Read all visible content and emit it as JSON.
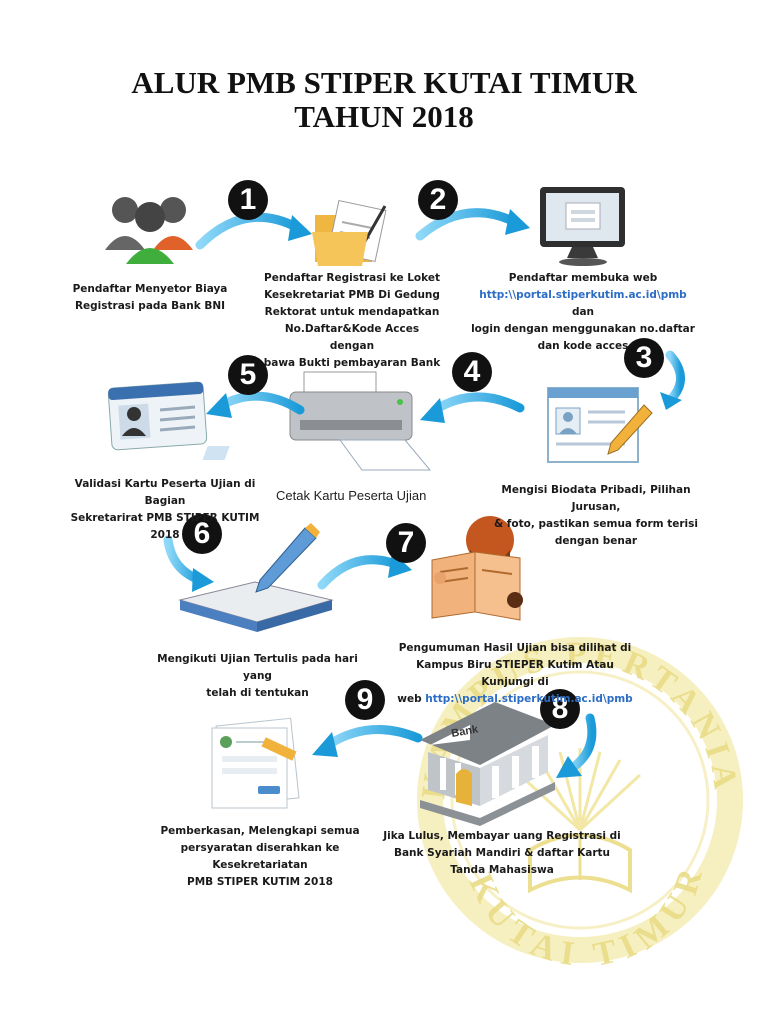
{
  "title": {
    "line1": "ALUR PMB STIPER KUTAI TIMUR",
    "line2": "TAHUN 2018"
  },
  "watermark": {
    "top_text": "KAMPUS PERTANIAN",
    "bottom_text": "KUTAI TIMUR",
    "color": "#f2e9a8"
  },
  "steps": [
    {
      "number": "1",
      "lines": [
        "Pendaftar Registrasi ke Loket",
        "Kesekretariat PMB Di Gedung",
        "Rektorat untuk mendapatkan",
        "No.Daftar&Kode Acces dengan",
        "bawa Bukti pembayaran Bank"
      ]
    },
    {
      "number": "2",
      "lines_pre": "Pendaftar membuka web",
      "link": "http:\\\\portal.stiperkutim.ac.id\\pmb",
      "link_suffix": " dan",
      "lines_post": [
        "login dengan menggunakan no.daftar",
        "dan kode acces"
      ]
    },
    {
      "number": "3",
      "lines": [
        "Mengisi Biodata Pribadi, Pilihan Jurusan,",
        "& foto, pastikan semua form terisi",
        "dengan benar"
      ]
    },
    {
      "number": "4",
      "lines": [
        "Cetak Kartu Peserta Ujian"
      ]
    },
    {
      "number": "5",
      "lines": [
        "Validasi Kartu Peserta Ujian di Bagian",
        "Sekretarirat PMB STIPER KUTIM 2018"
      ]
    },
    {
      "number": "6",
      "lines": [
        "Mengikuti Ujian Tertulis pada hari yang",
        "telah di tentukan"
      ]
    },
    {
      "number": "7",
      "lines": [
        "Pengumuman Hasil Ujian bisa dilihat di",
        "Kampus Biru STIEPER Kutim Atau Kunjungi di"
      ],
      "link_prefix": "web ",
      "link": "http:\\\\portal.stiperkutim.ac.id\\pmb"
    },
    {
      "number": "8",
      "lines": [
        "Jika Lulus, Membayar uang Registrasi di",
        "Bank Syariah Mandiri & daftar Kartu",
        "Tanda Mahasiswa"
      ]
    },
    {
      "number": "9",
      "lines": [
        "Pemberkasan, Melengkapi semua",
        "persyaratan diserahkan ke Kesekretariatan",
        "PMB STIPER KUTIM 2018"
      ]
    }
  ],
  "start": {
    "lines": [
      "Pendaftar Menyetor Biaya",
      "Registrasi pada Bank BNI"
    ]
  },
  "icons": {
    "users": "users-icon",
    "folder": "folder-document-icon",
    "monitor": "monitor-login-icon",
    "form": "biodata-form-icon",
    "printer": "printer-icon",
    "idcard": "id-card-icon",
    "book": "book-pencil-icon",
    "reader": "newspaper-reader-icon",
    "bank": "bank-building-icon",
    "docs": "documents-icon"
  },
  "bank_sign": "Bank",
  "colors": {
    "arrow": "#1fa3e0",
    "badge": "#111111",
    "link": "#2b6cc4"
  }
}
